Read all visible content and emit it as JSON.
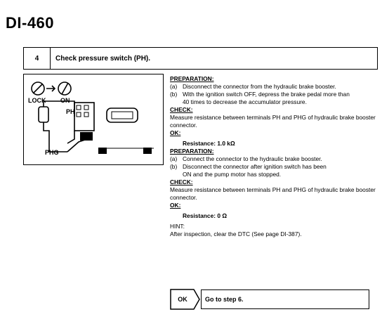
{
  "page_id": "DI-460",
  "step": {
    "number": "4",
    "title": "Check pressure switch (PH)."
  },
  "figure": {
    "lock": "LOCK",
    "on": "ON",
    "ph": "PH",
    "phg": "PHG"
  },
  "prep1": {
    "heading": "PREPARATION:",
    "items": [
      {
        "mark": "(a)",
        "text": "Disconnect the connector from the hydraulic brake booster.",
        "cont": ""
      },
      {
        "mark": "(b)",
        "text": "With the ignition switch OFF, depress the brake pedal more than",
        "cont": "40 times to decrease the accumulator pressure."
      }
    ]
  },
  "check1": {
    "heading": "CHECK:",
    "text": "Measure resistance between terminals PH and PHG of hydraulic brake booster connector."
  },
  "ok1": {
    "heading": "OK:",
    "spec": "Resistance: 1.0 kΩ"
  },
  "prep2": {
    "heading": "PREPARATION:",
    "items": [
      {
        "mark": "(a)",
        "text": "Connect the connector to the hydraulic brake booster.",
        "cont": ""
      },
      {
        "mark": "(b)",
        "text": "Disconnect the connector after ignition switch has been",
        "cont": "ON and the pump motor has stopped."
      }
    ]
  },
  "check2": {
    "heading": "CHECK:",
    "text": "Measure resistance between terminals PH and PHG of hydraulic brake booster connector."
  },
  "ok2": {
    "heading": "OK:",
    "spec": "Resistance: 0 Ω"
  },
  "hint": {
    "heading": "HINT:",
    "text": "After inspection, clear the DTC (See page DI-387)."
  },
  "result": {
    "label": "OK",
    "action": "Go to step 6."
  }
}
